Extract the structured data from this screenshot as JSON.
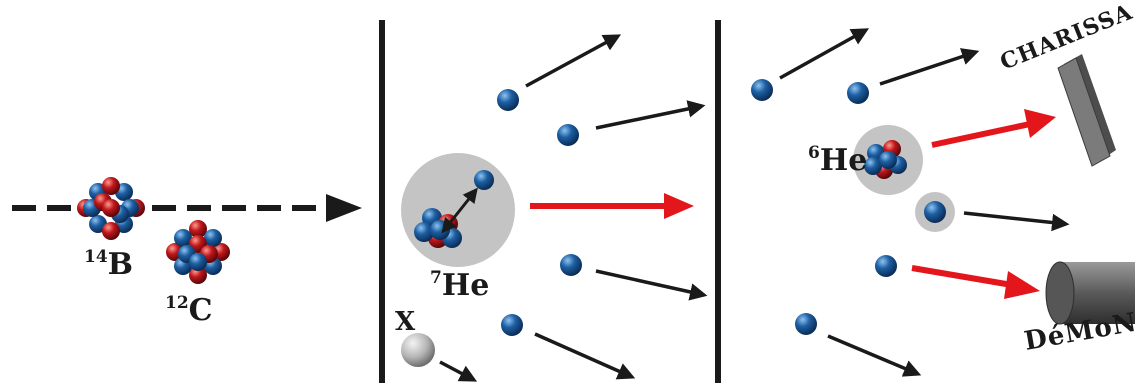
{
  "panel1": {
    "projectile_label": {
      "mass": "14",
      "symbol": "B"
    },
    "target_label": {
      "mass": "12",
      "symbol": "C"
    }
  },
  "panel2": {
    "resonance_label": {
      "mass": "7",
      "symbol": "He"
    },
    "unknown_label": "X"
  },
  "panel3": {
    "fragment_label": {
      "mass": "6",
      "symbol": "He"
    },
    "detector_top": "CHARISSA",
    "detector_bottom": "DéMoN"
  },
  "colors": {
    "proton": "#c0171b",
    "neutron": "#1d5fa3",
    "halo": "#c4c4c4",
    "arrow": "#1a1a1a",
    "arrow_highlight": "#e3161b",
    "detector": "#6f6f6f"
  }
}
